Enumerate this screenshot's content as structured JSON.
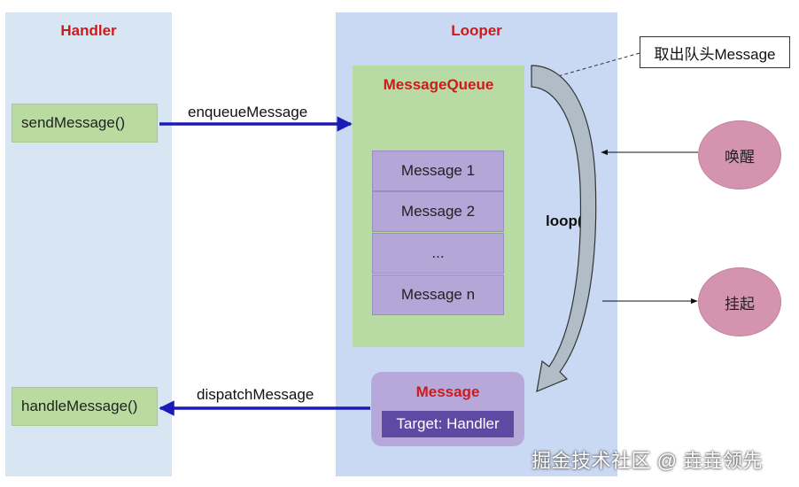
{
  "handler": {
    "title": "Handler",
    "send_message": "sendMessage()",
    "handle_message": "handleMessage()"
  },
  "looper": {
    "title": "Looper",
    "loop_label": "loop()"
  },
  "queue": {
    "title": "MessageQueue",
    "items": [
      "Message 1",
      "Message 2",
      "...",
      "Message n"
    ]
  },
  "message": {
    "title": "Message",
    "target": "Target: Handler"
  },
  "arrows": {
    "enqueue": "enqueueMessage",
    "dispatch": "dispatchMessage"
  },
  "callout": "取出队头Message",
  "circles": {
    "wake": "唤醒",
    "suspend": "挂起"
  },
  "watermark": "掘金技术社区 @ 垚垚领先",
  "colors": {
    "title_red": "#cc1b1b",
    "arrow_blue": "#1a1ab8",
    "panel_blue": "#c9d9f3",
    "queue_green": "#b7dba3",
    "message_purple": "#b8a8da",
    "target_purple": "#5e4aa3",
    "circle_pink": "#d494b0"
  }
}
